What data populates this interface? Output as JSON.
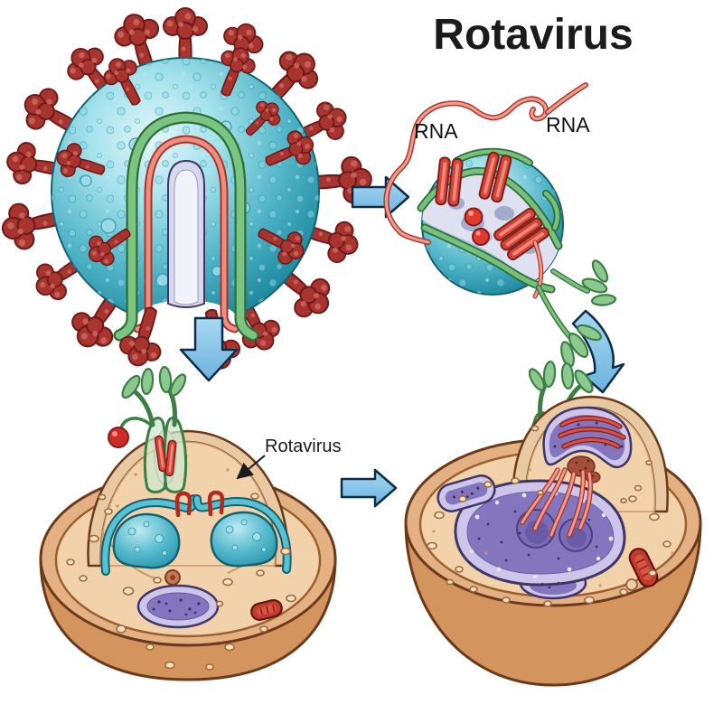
{
  "title": "Rotavirus",
  "labels": {
    "rna_left": "RNA",
    "rna_right": "RNA",
    "virus_pointer": "Rotavirus"
  },
  "arrows": {
    "top": "right-arrow",
    "left": "down-arrow",
    "right": "curved-down-arrow",
    "bottom": "right-arrow"
  },
  "colors": {
    "title_text": "#1b1b1b",
    "virus_capsid_teal": "#3aa8bd",
    "virus_capsid_dark": "#11647a",
    "spike_protein_red": "#a83430",
    "rna_strand_salmon": "#ee9a8d",
    "rna_strand_dark": "#a93226",
    "genome_segment_red": "#d6453a",
    "protein_ribbon_green": "#76c07c",
    "cell_cytoplasm_tan": "#f1d2ab",
    "cell_wall_tan": "#d3945e",
    "cell_outline_brown": "#6b3a1a",
    "viroplasm_teal": "#54b9cc",
    "nucleus_purple": "#8376bf",
    "nucleus_border_lavender": "#cdc6ea",
    "mitochondrion_red": "#c23b2e",
    "flow_arrow_blue": "#85c3e8",
    "flow_arrow_outline": "#0d2c49"
  }
}
